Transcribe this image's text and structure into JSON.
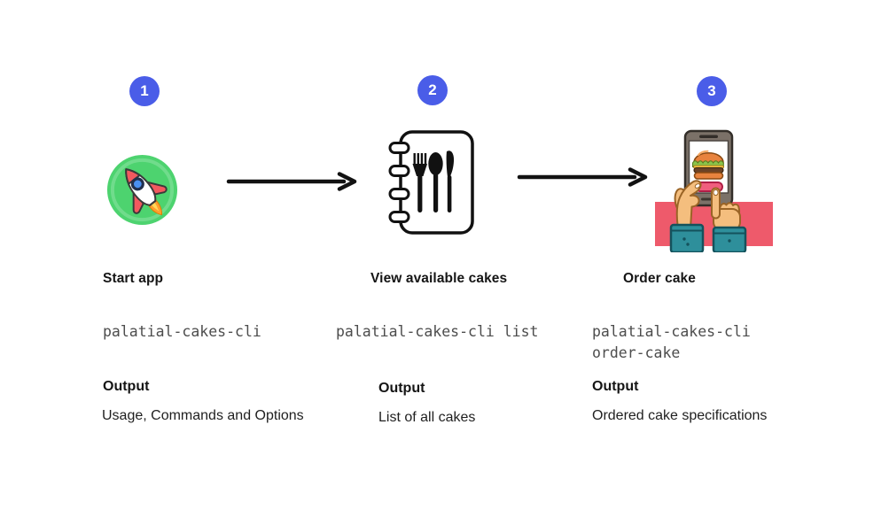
{
  "steps": [
    {
      "number": "1",
      "title": "Start app",
      "command": "palatial-cakes-cli",
      "output_label": "Output",
      "output_description": "Usage, Commands and Options",
      "icon": "rocket-icon"
    },
    {
      "number": "2",
      "title": "View available cakes",
      "command": "palatial-cakes-cli list",
      "output_label": "Output",
      "output_description": "List of all cakes",
      "icon": "menu-book-icon"
    },
    {
      "number": "3",
      "title": "Order cake",
      "command": "palatial-cakes-cli order-cake",
      "output_label": "Output",
      "output_description": "Ordered cake specifications",
      "icon": "order-phone-icon"
    }
  ],
  "connectors": [
    {
      "from_step": "1",
      "to_step": "2",
      "icon": "arrow-right-icon"
    },
    {
      "from_step": "2",
      "to_step": "3",
      "icon": "arrow-right-icon"
    }
  ],
  "colors": {
    "step_badge": "#4A5DE8",
    "badge_text": "#FFFFFF",
    "rocket_circle_green": "#4DD36F",
    "table_red": "#EE5A6B",
    "order_button_pink": "#F05E7E",
    "sleeve_teal": "#2E8F9B",
    "command_text": "#4D4D4D",
    "heading_text": "#151515",
    "arrow_black": "#121212",
    "background": "#FFFFFF"
  }
}
